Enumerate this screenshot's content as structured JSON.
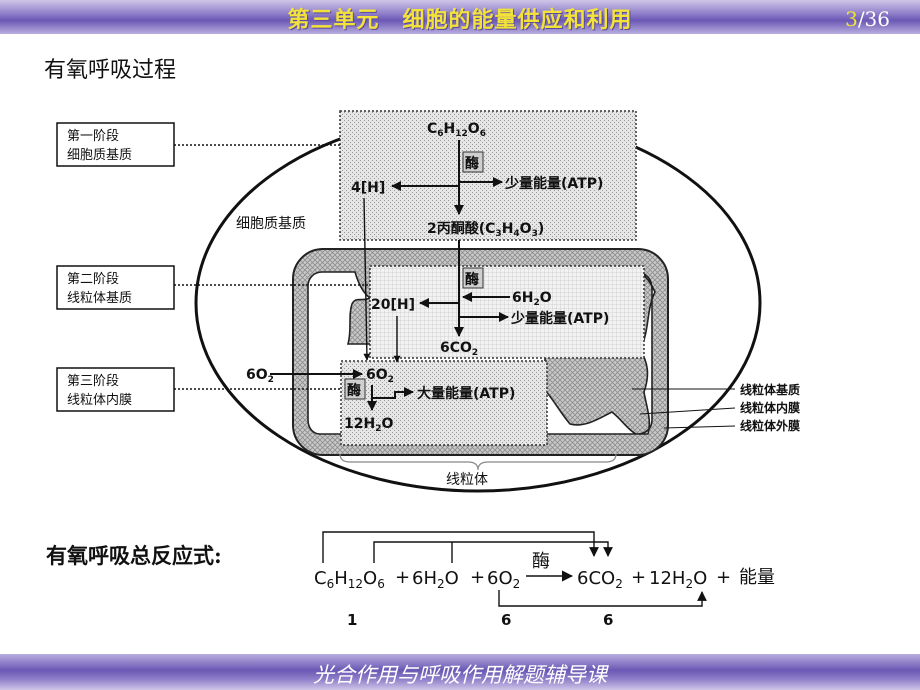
{
  "header": {
    "title": "第三单元　细胞的能量供应和利用",
    "page_current": "3",
    "page_total": "/36"
  },
  "section_title": "有氧呼吸过程",
  "stages": [
    {
      "line1": "第一阶段",
      "line2": "细胞质基质"
    },
    {
      "line1": "第二阶段",
      "line2": "线粒体基质"
    },
    {
      "line1": "第三阶段",
      "line2": "线粒体内膜"
    }
  ],
  "diagram": {
    "glucose": "C6H12O6",
    "enzyme": "酶",
    "small_energy": "少量能量(ATP)",
    "large_energy": "大量能量(ATP)",
    "h4": "4[H]",
    "h20": "20[H]",
    "pyruvate_prefix": "2丙酮酸(",
    "pyruvate_formula": "C3H4O3",
    "pyruvate_suffix": ")",
    "cytoplasm_label": "细胞质基质",
    "water6": "6H2O",
    "co2": "6CO2",
    "o2_outside": "6O2",
    "o2_inside": "6O2",
    "water12": "12H2O",
    "mito_label": "线粒体",
    "part_matrix": "线粒体基质",
    "part_inner": "线粒体内膜",
    "part_outer": "线粒体外膜"
  },
  "equation": {
    "label": "有氧呼吸总反应式:",
    "enzyme": "酶",
    "plus": "+",
    "energy": "能量",
    "coef_glucose": "1",
    "coef_o2": "6",
    "coef_co2": "6"
  },
  "footer": {
    "title": "光合作用与呼吸作用解题辅导课"
  }
}
